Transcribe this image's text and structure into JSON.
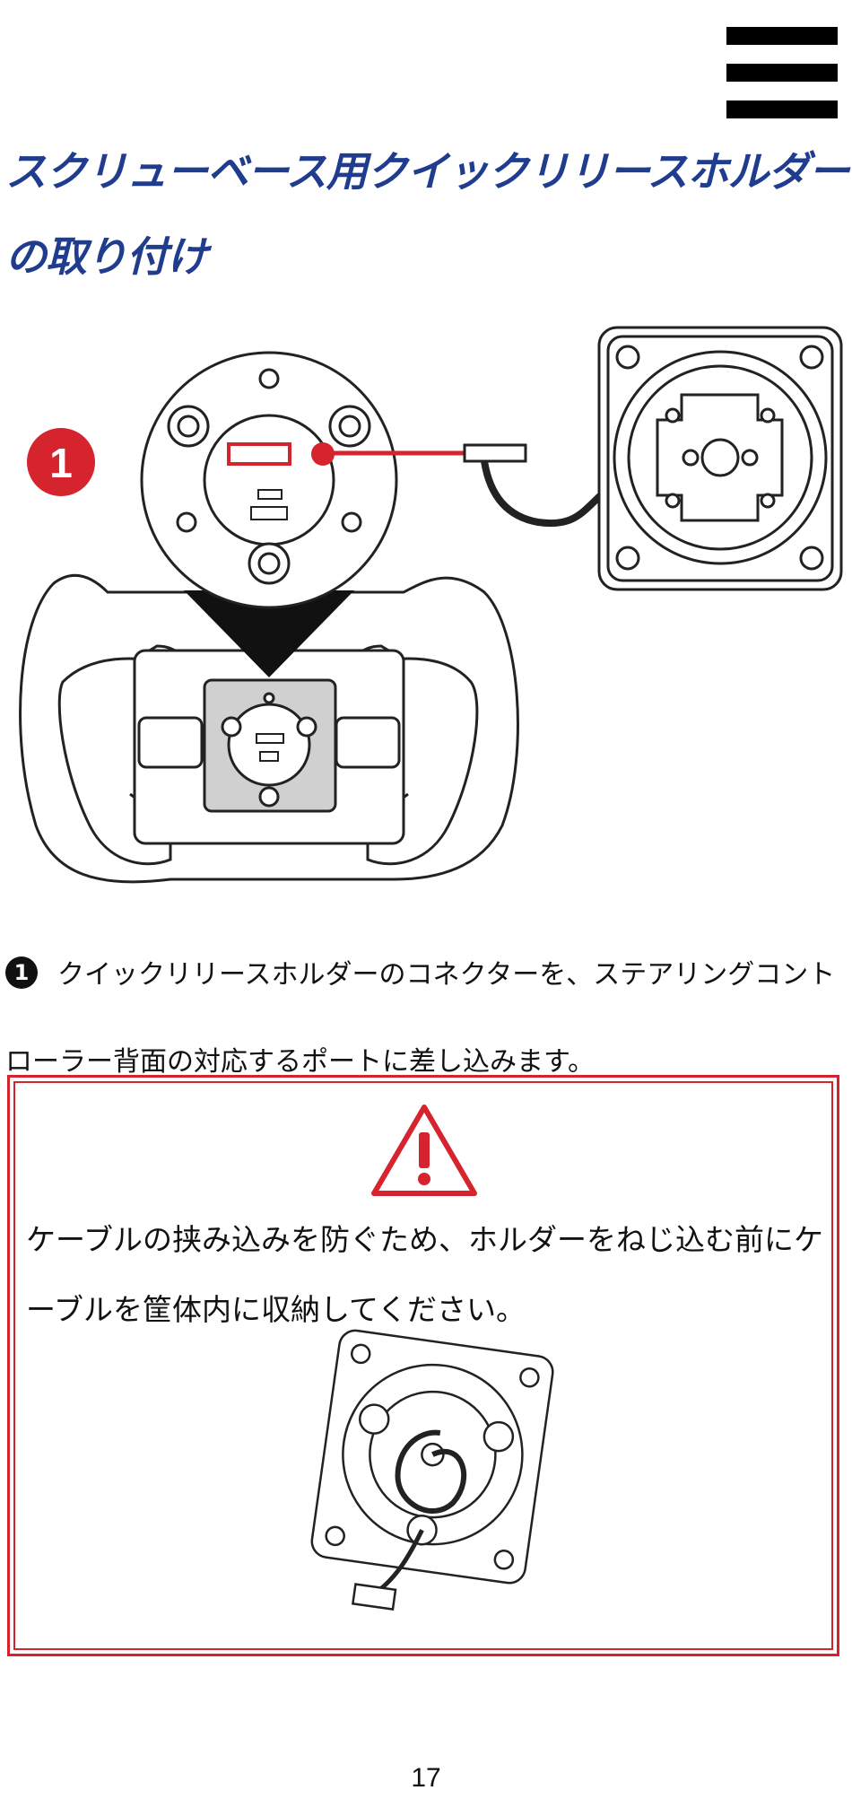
{
  "header": {
    "menu_icon": "hamburger-menu-icon",
    "title_line1": "スクリューベース用クイックリリースホルダー",
    "title_line2": "の取り付け",
    "title_color": "#1f3c8e"
  },
  "figure": {
    "step_badge": "1",
    "badge_color": "#d6242e"
  },
  "step1": {
    "marker": "1",
    "text": "クイックリリースホルダーのコネクターを、ステアリングコントローラー背面の対応するポートに差し込みます。"
  },
  "warning": {
    "icon": "warning-triangle-icon",
    "border_color": "#d6242e",
    "text": "ケーブルの挟み込みを防ぐため、ホルダーをねじ込む前にケーブルを筐体内に収納してください。"
  },
  "footer": {
    "page_number": "17"
  }
}
